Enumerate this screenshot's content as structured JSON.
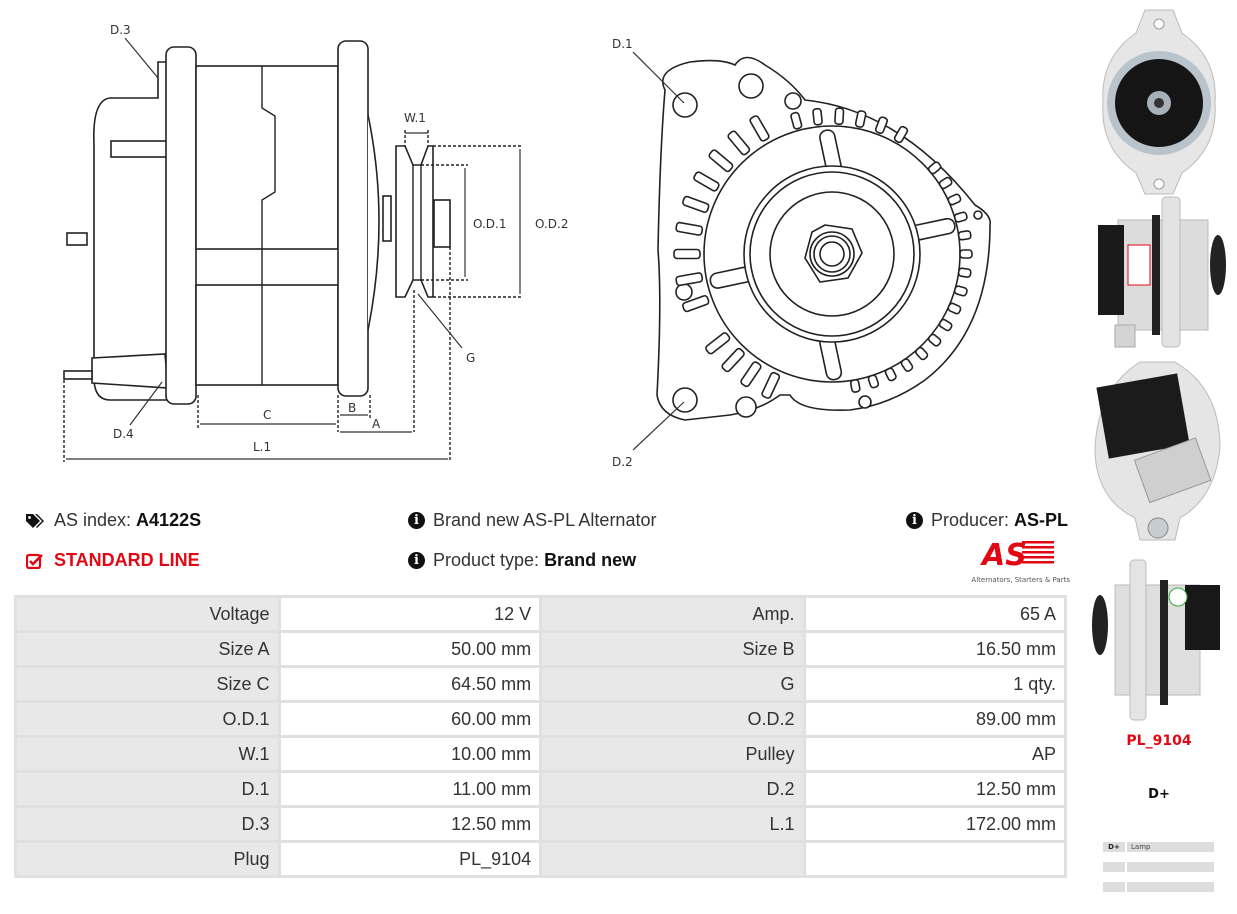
{
  "drawing_labels": {
    "side": {
      "d3": "D.3",
      "d4": "D.4",
      "w1": "W.1",
      "od1": "O.D.1",
      "od2": "O.D.2",
      "g": "G",
      "c": "C",
      "b": "B",
      "a": "A",
      "l1": "L.1"
    },
    "front": {
      "d1": "D.1",
      "d2": "D.2"
    }
  },
  "info": {
    "as_index_label": "AS index:",
    "as_index_value": "A4122S",
    "line_label": "STANDARD LINE",
    "description": "Brand new AS-PL Alternator",
    "product_type_label": "Product type:",
    "product_type_value": "Brand new",
    "producer_label": "Producer:",
    "producer_value": "AS-PL"
  },
  "logo": {
    "mark": "AS",
    "tagline": "Alternators, Starters & Parts",
    "color": "#e30613"
  },
  "specs": [
    {
      "label_left": "Voltage",
      "value_left": "12 V",
      "label_right": "Amp.",
      "value_right": "65 A"
    },
    {
      "label_left": "Size A",
      "value_left": "50.00 mm",
      "label_right": "Size B",
      "value_right": "16.50 mm"
    },
    {
      "label_left": "Size C",
      "value_left": "64.50 mm",
      "label_right": "G",
      "value_right": "1 qty."
    },
    {
      "label_left": "O.D.1",
      "value_left": "60.00 mm",
      "label_right": "O.D.2",
      "value_right": "89.00 mm"
    },
    {
      "label_left": "W.1",
      "value_left": "10.00 mm",
      "label_right": "Pulley",
      "value_right": "AP"
    },
    {
      "label_left": "D.1",
      "value_left": "11.00 mm",
      "label_right": "D.2",
      "value_right": "12.50 mm"
    },
    {
      "label_left": "D.3",
      "value_left": "12.50 mm",
      "label_right": "L.1",
      "value_right": "172.00 mm"
    },
    {
      "label_left": "Plug",
      "value_left": "PL_9104",
      "label_right": "",
      "value_right": ""
    }
  ],
  "plug": {
    "name": "PL_9104",
    "terminal": "D+",
    "pins": [
      {
        "pin": "D+",
        "function": "Lamp"
      },
      {
        "pin": "",
        "function": ""
      },
      {
        "pin": "",
        "function": ""
      }
    ]
  },
  "colors": {
    "accent": "#e30613",
    "label_bg": "#e8e8e8",
    "border": "#e0e0e0"
  }
}
